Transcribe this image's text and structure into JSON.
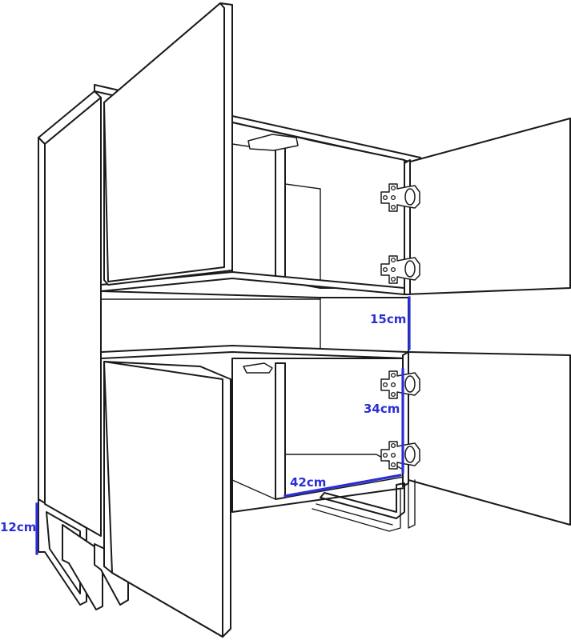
{
  "dimensions": {
    "leg_height": "12cm",
    "open_shelf_height": "15cm",
    "compartment_height": "34cm",
    "compartment_width": "42cm"
  },
  "colors": {
    "dimension_line": "#2b2fd6",
    "outline": "#1a1a1a",
    "background": "#ffffff"
  }
}
